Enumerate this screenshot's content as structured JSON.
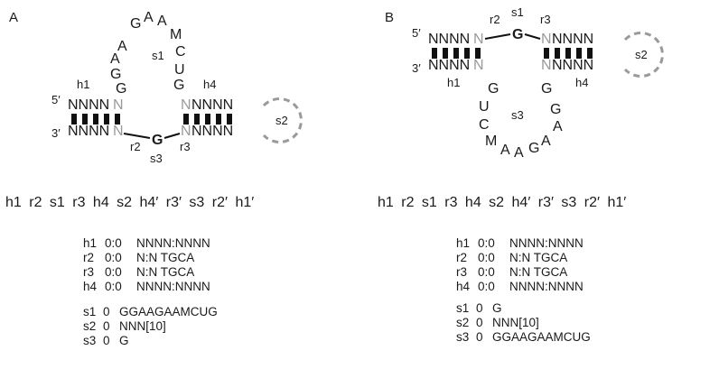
{
  "panels": {
    "a": {
      "label": "A",
      "prime5": "5′",
      "prime3": "3′",
      "strand": "NNNN",
      "n": "N",
      "g": "G",
      "loop1": [
        "A",
        "G",
        "A",
        "A",
        "M",
        "C",
        "U",
        "G"
      ],
      "loop1_left": [
        "A",
        "A",
        "G",
        "G"
      ],
      "labels": {
        "h1": "h1",
        "s1": "s1",
        "h4": "h4",
        "r2": "r2",
        "s3": "s3",
        "r3": "r3",
        "s2": "s2"
      }
    },
    "b": {
      "label": "B",
      "prime5": "5′",
      "prime3": "3′",
      "strand": "NNNN",
      "n": "N",
      "g": "G",
      "loop": [
        "G",
        "U",
        "C",
        "M",
        "A",
        "A",
        "G",
        "A",
        "A",
        "G",
        "G"
      ],
      "labels": {
        "r2": "r2",
        "s1": "s1",
        "r3": "r3",
        "s2": "s2",
        "h1": "h1",
        "h4": "h4",
        "s3": "s3"
      }
    }
  },
  "order_a": "h1  r2  s1  r3  h4  s2  h4′  r3′  s3  r2′  h1′",
  "order_b": "h1  r2  s1  r3  h4  s2  h4′  r3′  s3  r2′  h1′",
  "block_a": {
    "helices": [
      {
        "k": "h1",
        "v": "0:0",
        "seq": "NNNN:NNNN"
      },
      {
        "k": "r2",
        "v": "0:0",
        "seq": "N:N TGCA"
      },
      {
        "k": "r3",
        "v": "0:0",
        "seq": "N:N TGCA"
      },
      {
        "k": "h4",
        "v": "0:0",
        "seq": "NNNN:NNNN"
      }
    ],
    "strands": [
      {
        "k": "s1",
        "v": "0",
        "seq": "GGAAGAAMCUG"
      },
      {
        "k": "s2",
        "v": "0",
        "seq": "NNN[10]"
      },
      {
        "k": "s3",
        "v": "0",
        "seq": "G"
      }
    ]
  },
  "block_b": {
    "helices": [
      {
        "k": "h1",
        "v": "0:0",
        "seq": "NNNN:NNNN"
      },
      {
        "k": "r2",
        "v": "0:0",
        "seq": "N:N TGCA"
      },
      {
        "k": "r3",
        "v": "0:0",
        "seq": "N:N TGCA"
      },
      {
        "k": "h4",
        "v": "0:0",
        "seq": "NNNN:NNNN"
      }
    ],
    "strands": [
      {
        "k": "s1",
        "v": "0",
        "seq": "G"
      },
      {
        "k": "s2",
        "v": "0",
        "seq": "NNN[10]"
      },
      {
        "k": "s3",
        "v": "0",
        "seq": "GGAAGAAMCUG"
      }
    ]
  }
}
